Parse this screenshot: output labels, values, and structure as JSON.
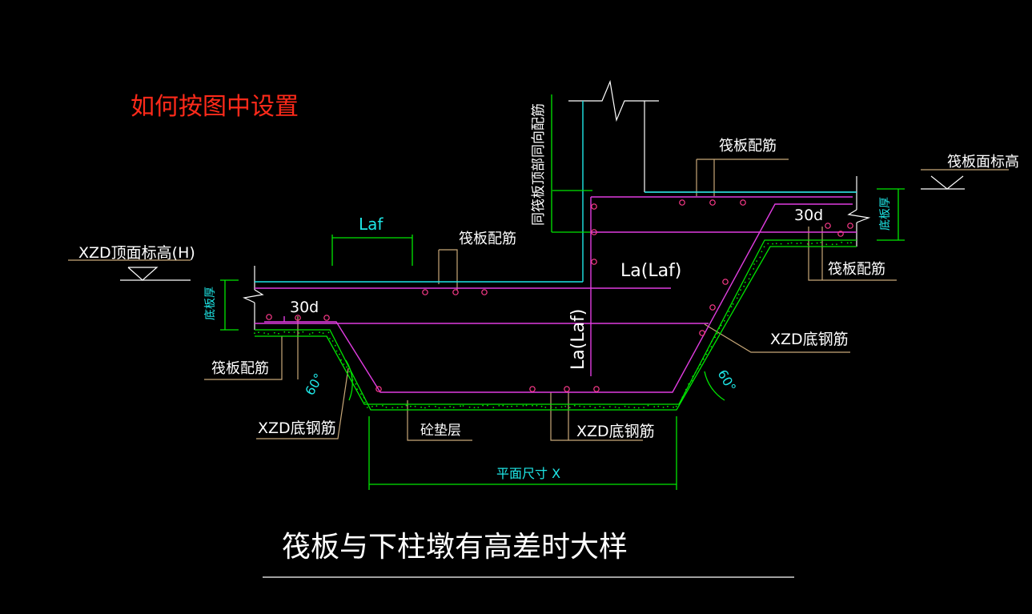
{
  "annotation": "如何按图中设置",
  "title": "筏板与下柱墩有高差时大样",
  "labels": {
    "laf_top": "Laf",
    "top_face_elev_left": "XZD顶面标高(H)",
    "raft_rebar_left_top": "筏板配筋",
    "raft_thickness_left": "底板厚",
    "thirty_d_left": "30d",
    "raft_rebar_left_bottom": "筏板配筋",
    "xzd_bottom_left": "XZD底钢筋",
    "angle_left": "60°",
    "concrete_cushion": "砼垫层",
    "xzd_bottom_center": "XZD底钢筋",
    "plan_size_x": "平面尺寸 X",
    "la_laf_horizontal": "La(Laf)",
    "la_laf_vertical": "La(Laf)",
    "vertical_note": "同筏板顶部同向配筋",
    "raft_rebar_top_right": "筏板配筋",
    "raft_face_elev": "筏板面标高",
    "raft_thickness_right": "底板厚",
    "thirty_d_right": "30d",
    "raft_rebar_right_bottom": "筏板配筋",
    "xzd_bottom_right": "XZD底钢筋",
    "angle_right": "60°"
  },
  "colors": {
    "background": "#000000",
    "annotation": "#ff2a1a",
    "white": "#ffffff",
    "cyan": "#1ee6e6",
    "green": "#00e600",
    "magenta": "#e03ce0",
    "tan": "#c8a878",
    "red_dot": "#ff3b8c"
  }
}
